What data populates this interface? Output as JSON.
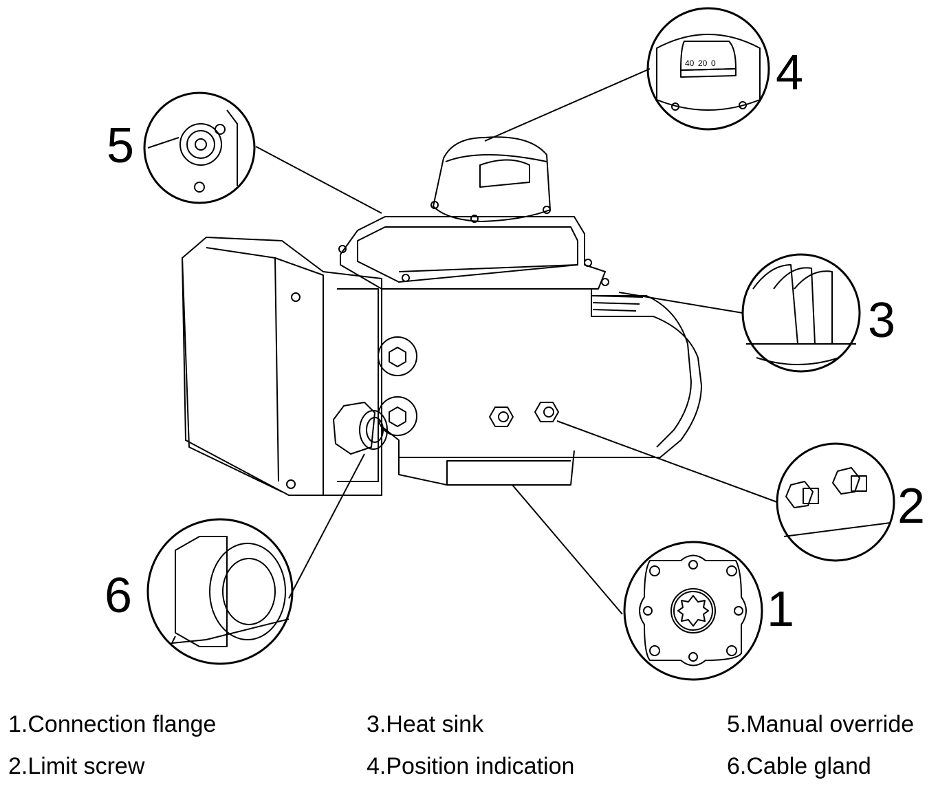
{
  "callouts": {
    "c1": "1",
    "c2": "2",
    "c3": "3",
    "c4": "4",
    "c5": "5",
    "c6": "6"
  },
  "indicator_scale": [
    "40",
    "20",
    "0"
  ],
  "legend": [
    {
      "label": "1.Connection flange"
    },
    {
      "label": "2.Limit screw"
    },
    {
      "label": "3.Heat sink"
    },
    {
      "label": "4.Position indication"
    },
    {
      "label": "5.Manual override"
    },
    {
      "label": "6.Cable gland"
    }
  ]
}
